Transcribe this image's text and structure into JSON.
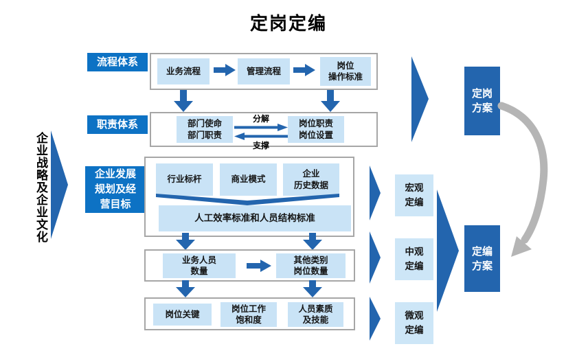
{
  "title": "定岗定编",
  "left": {
    "vertical_label": "企业战略及企业文化"
  },
  "sections": {
    "process": {
      "label": "流程体系",
      "boxes": [
        "业务流程",
        "管理流程",
        "岗位\n操作标准"
      ]
    },
    "duty": {
      "label": "职责体系",
      "left_box": "部门使命\n部门职责",
      "right_box": "岗位职责\n岗位设置",
      "decompose_label": "分解",
      "support_label": "支撑"
    },
    "development": {
      "label": "企业发展\n规划及经\n营目标",
      "inputs": [
        "行业标杆",
        "商业模式",
        "企业\n历史数据"
      ],
      "standard": "人工效率标准和人员结构标准"
    },
    "quantity": {
      "left_box": "业务人员\n数量",
      "right_box": "其他类别\n岗位数量"
    },
    "quality": {
      "boxes": [
        "岗位关键",
        "岗位工作\n饱和度",
        "人员素质\n及技能"
      ]
    }
  },
  "right": {
    "levels": [
      "宏观\n定编",
      "中观\n定编",
      "微观\n定编"
    ],
    "position_plan": "定岗\n方案",
    "staffing_plan": "定编\n方案"
  },
  "colors": {
    "accent_blue": "#0d72c4",
    "dark_blue": "#2365ae",
    "light_blue": "#c9e3f6",
    "level_light_blue": "#cde6f7",
    "container_border": "#a6a6a6",
    "curve_gray": "#b5b5b5"
  }
}
